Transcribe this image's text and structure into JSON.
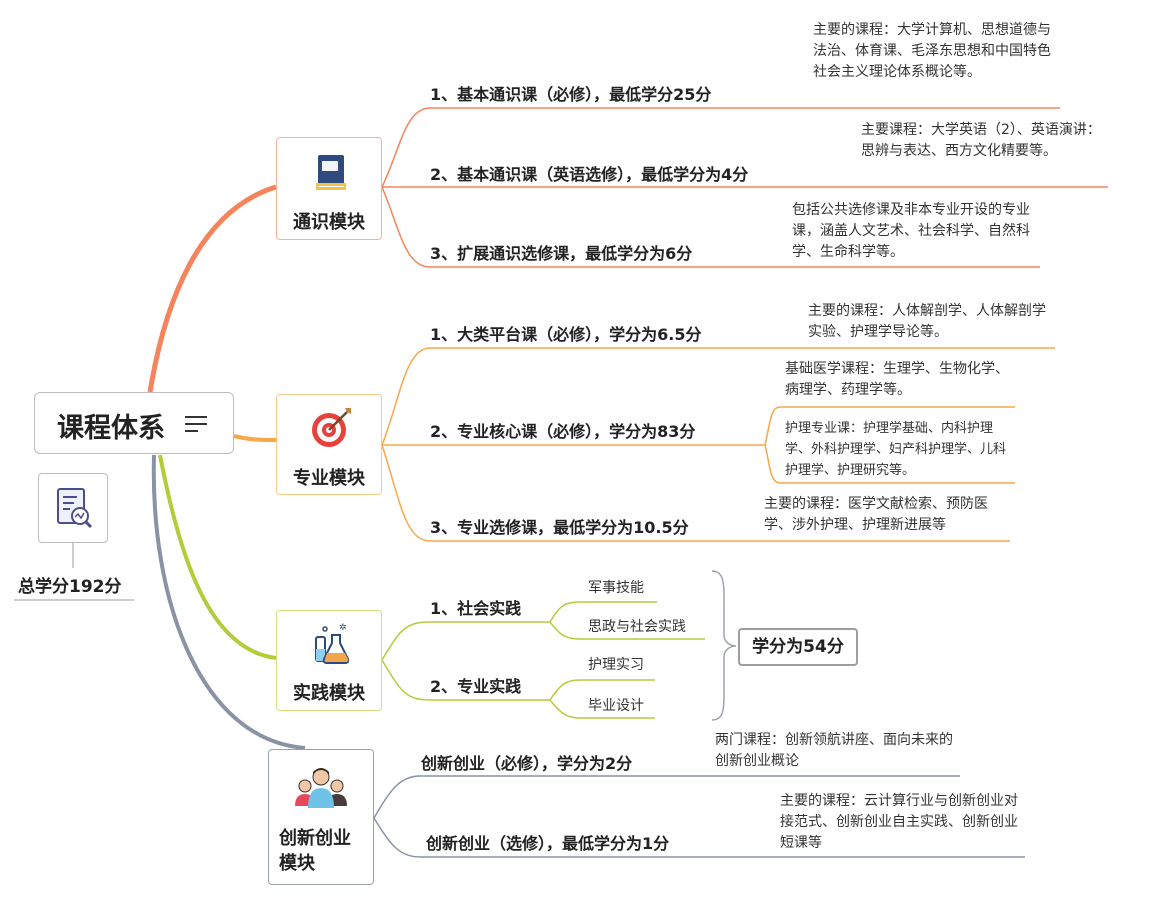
{
  "root": {
    "title": "课程体系"
  },
  "total": {
    "label": "总学分192分"
  },
  "modules": [
    {
      "label": "通识模块",
      "icon": "book-icon",
      "items": [
        {
          "title": "1、基本通识课（必修），最低学分25分",
          "desc": "主要的课程：大学计算机、思想道德与法治、体育课、毛泽东思想和中国特色社会主义理论体系概论等。"
        },
        {
          "title": "2、基本通识课（英语选修），最低学分为4分",
          "desc": "主要课程：大学英语（2）、英语演讲：思辨与表达、西方文化精要等。"
        },
        {
          "title": "3、扩展通识选修课，最低学分为6分",
          "desc": "包括公共选修课及非本专业开设的专业课，涵盖人文艺术、社会科学、自然科学、生命科学等。"
        }
      ]
    },
    {
      "label": "专业模块",
      "icon": "target-icon",
      "items": [
        {
          "title": "1、大类平台课（必修），学分为6.5分",
          "desc": "主要的课程：人体解剖学、人体解剖学实验、护理学导论等。"
        },
        {
          "title": "2、专业核心课（必修），学分为83分",
          "desc": "基础医学课程：生理学、生物化学、病理学、药理学等。",
          "desc2": "护理专业课：护理学基础、内科护理学、外科护理学、妇产科护理学、儿科护理学、护理研究等。"
        },
        {
          "title": "3、专业选修课，最低学分为10.5分",
          "desc": "主要的课程：医学文献检索、预防医学、涉外护理、护理新进展等"
        }
      ]
    },
    {
      "label": "实践模块",
      "icon": "lab-flask-icon",
      "items": [
        {
          "title": "1、社会实践",
          "leaves": [
            "军事技能",
            "思政与社会实践"
          ]
        },
        {
          "title": "2、专业实践",
          "leaves": [
            "护理实习",
            "毕业设计"
          ]
        }
      ],
      "credit": "学分为54分"
    },
    {
      "label": "创新创业模块",
      "label_lines": [
        "创新创业",
        "模块"
      ],
      "icon": "people-icon",
      "items": [
        {
          "title": "创新创业（必修），学分为2分",
          "desc": "两门课程：创新领航讲座、面向未来的创新创业概论"
        },
        {
          "title": "创新创业（选修），最低学分为1分",
          "desc": "主要的课程：云计算行业与创新创业对接范式、创新创业自主实践、创新创业短课等"
        }
      ]
    }
  ],
  "colors": {
    "general": "#f5845c",
    "major": "#f8a74a",
    "practice": "#b5cc3a",
    "innovation": "#8a93a3"
  }
}
